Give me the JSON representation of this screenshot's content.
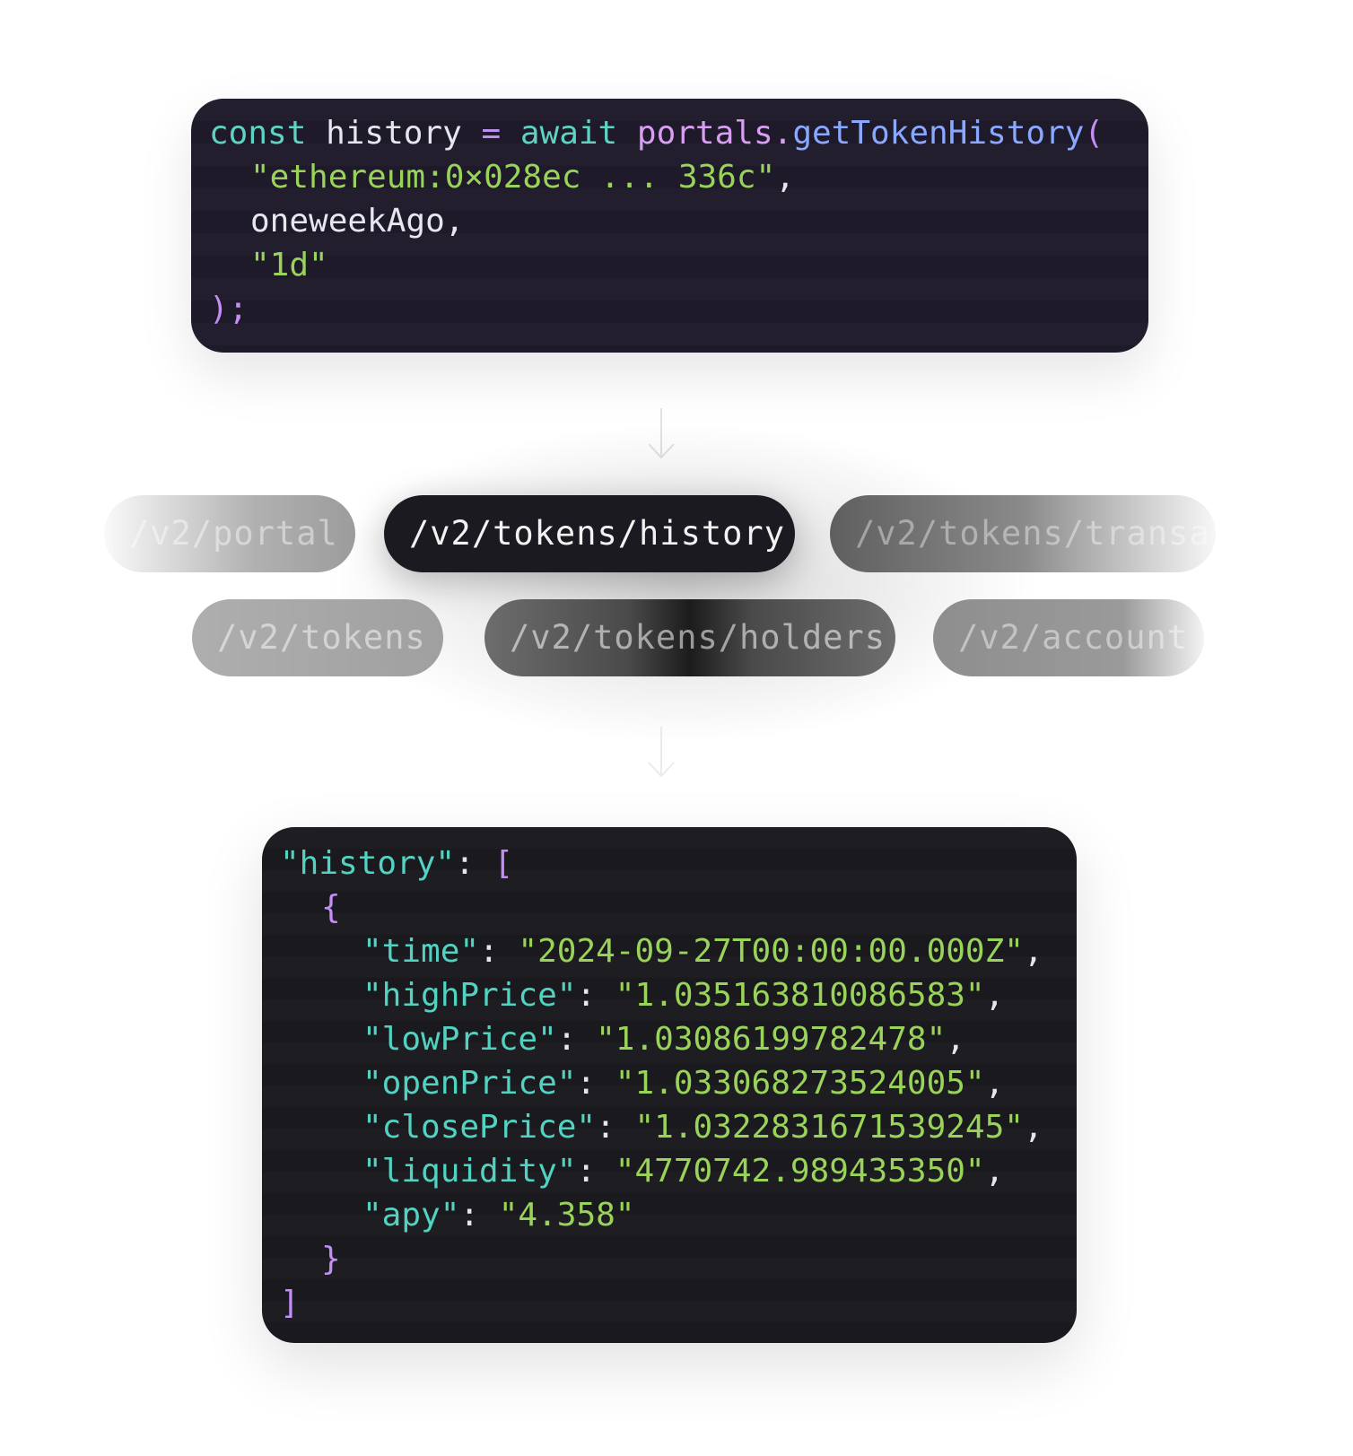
{
  "request": {
    "line1": {
      "keyword": "const",
      "variable": "history",
      "equals": "=",
      "await": "await",
      "object": "portals",
      "dot": ".",
      "method": "getTokenHistory",
      "paren_open": "("
    },
    "arg1": "\"ethereum:0×028ec ... 336c\"",
    "arg1_comma": ",",
    "arg2": "oneweekAgo",
    "arg2_comma": ",",
    "arg3": "\"1d\"",
    "closing": ");"
  },
  "endpoints": {
    "portal": "/v2/portal",
    "history": "/v2/tokens/history",
    "transactions": "/v2/tokens/transa",
    "tokens": "/v2/tokens",
    "holders": "/v2/tokens/holders",
    "account": "/v2/account"
  },
  "response": {
    "root_key": "\"history\"",
    "root_colon": ":",
    "open_bracket": "[",
    "open_brace": "{",
    "fields": [
      {
        "key": "\"time\"",
        "value": "\"2024-09-27T00:00:00.000Z\"",
        "comma": ","
      },
      {
        "key": "\"highPrice\"",
        "value": "\"1.035163810086583\"",
        "comma": ","
      },
      {
        "key": "\"lowPrice\"",
        "value": "\"1.03086199782478\"",
        "comma": ","
      },
      {
        "key": "\"openPrice\"",
        "value": "\"1.033068273524005\"",
        "comma": ","
      },
      {
        "key": "\"closePrice\"",
        "value": "\"1.0322831671539245\"",
        "comma": ","
      },
      {
        "key": "\"liquidity\"",
        "value": "\"4770742.989435350\"",
        "comma": ","
      },
      {
        "key": "\"apy\"",
        "value": "\"4.358\"",
        "comma": ""
      }
    ],
    "close_brace": "}",
    "close_bracket": "]"
  },
  "icons": {
    "arrow_top": "arrow-down-icon",
    "arrow_bottom": "arrow-down-icon"
  }
}
